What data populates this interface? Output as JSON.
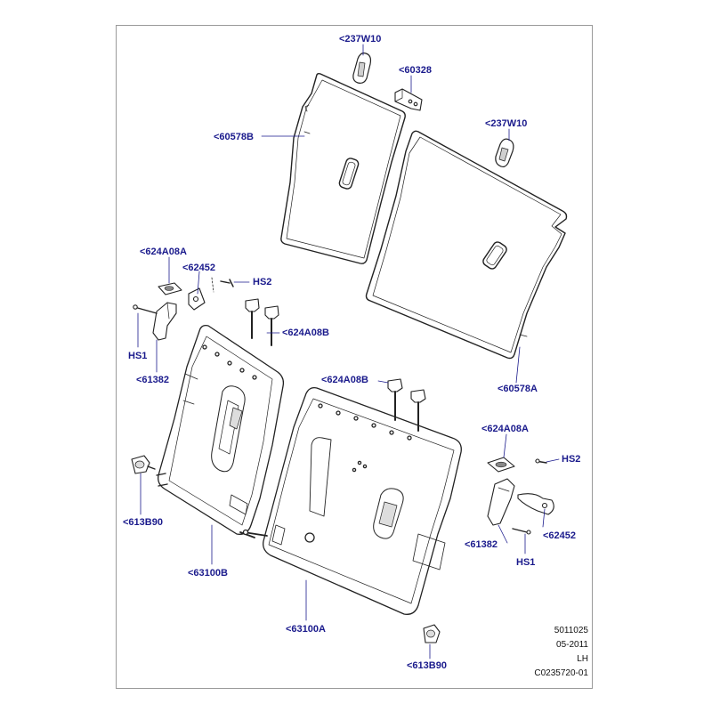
{
  "diagram": {
    "colors": {
      "callout": "#1a1a8c",
      "leader": "#1a1a8c",
      "line": "#222222",
      "frame": "#9a9a9a"
    },
    "callouts": {
      "c_237w10_top": "<237W10",
      "c_60328": "<60328",
      "c_237w10_right": "<237W10",
      "c_60578b": "<60578B",
      "c_624a08a_left": "<624A08A",
      "c_62452_left": "<62452",
      "c_hs2_left": "HS2",
      "c_624a08b_left": "<624A08B",
      "c_hs1_left": "HS1",
      "c_61382_left": "<61382",
      "c_60578a": "<60578A",
      "c_624a08b_mid": "<624A08B",
      "c_624a08a_right": "<624A08A",
      "c_hs2_right": "HS2",
      "c_613b90_left": "<613B90",
      "c_63100b": "<63100B",
      "c_61382_right": "<61382",
      "c_62452_right": "<62452",
      "c_hs1_right": "HS1",
      "c_63100a": "<63100A",
      "c_613b90_bottom": "<613B90"
    },
    "footer": {
      "ref_number": "5011025",
      "date": "05-2011",
      "side": "LH",
      "image_code": "C0235720-01"
    }
  }
}
